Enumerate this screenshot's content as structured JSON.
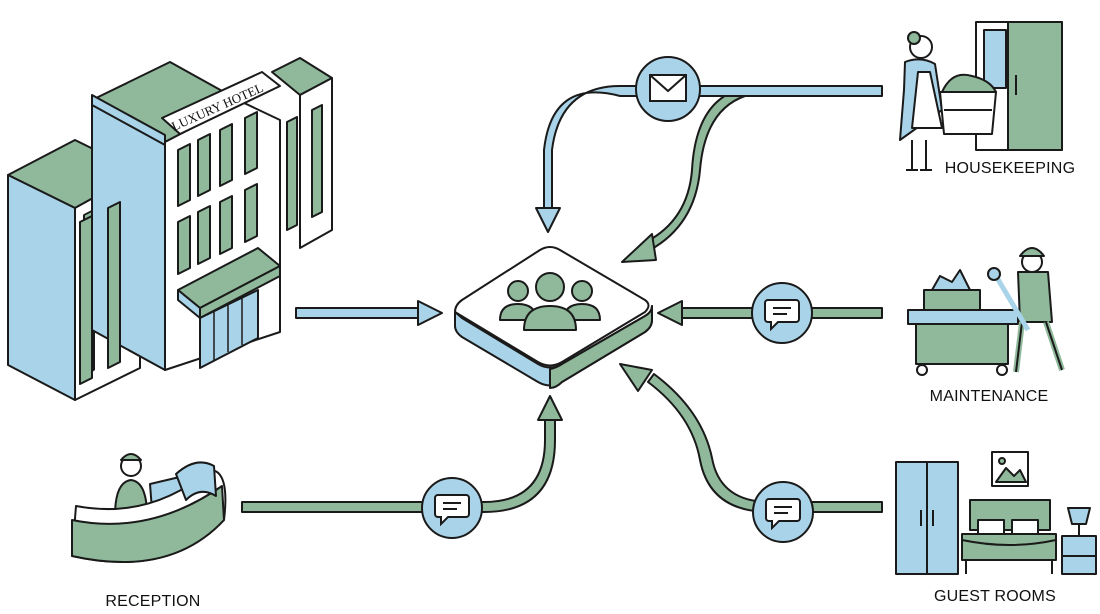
{
  "hotel": {
    "sign_text": "LUXURY HOTEL"
  },
  "departments": {
    "housekeeping": "HOUSEKEEPING",
    "maintenance": "MAINTENANCE",
    "guest_rooms": "GUEST ROOMS",
    "reception": "RECEPTION"
  },
  "colors": {
    "blue": "#a9d3e8",
    "green": "#8fb99a",
    "outline": "#1a1a1a",
    "hub_top": "#ffffff"
  },
  "icons": {
    "hub": "team-icon",
    "housekeeping_flow": "envelope-icon",
    "maintenance_flow": "chat-bubble-icon",
    "guest_rooms_flow": "chat-bubble-icon",
    "reception_flow": "chat-bubble-icon"
  }
}
